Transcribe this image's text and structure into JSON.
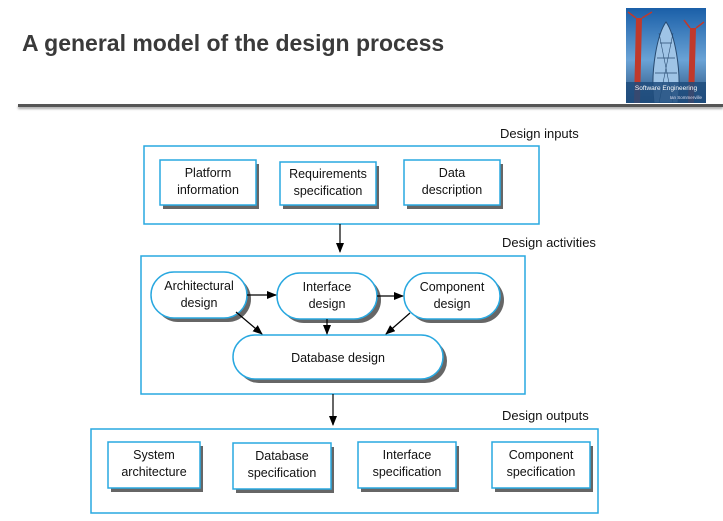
{
  "title": "A general model of the design process",
  "book": {
    "caption": "Software Engineering",
    "author": "Ian Sommerville"
  },
  "sections": {
    "inputs": "Design inputs",
    "activities": "Design activities",
    "outputs": "Design outputs"
  },
  "inputs": [
    {
      "line1": "Platform",
      "line2": "information"
    },
    {
      "line1": "Requirements",
      "line2": "specification"
    },
    {
      "line1": "Data",
      "line2": "description"
    }
  ],
  "activities": [
    {
      "line1": "Architectural",
      "line2": "design"
    },
    {
      "line1": "Interface",
      "line2": "design"
    },
    {
      "line1": "Component",
      "line2": "design"
    },
    {
      "line1": "Database design"
    }
  ],
  "outputs": [
    {
      "line1": "System",
      "line2": "architecture"
    },
    {
      "line1": "Database",
      "line2": "specification"
    },
    {
      "line1": "Interface",
      "line2": "specification"
    },
    {
      "line1": "Component",
      "line2": "specification"
    }
  ],
  "colors": {
    "box_border": "#29a8e0",
    "text": "#111111",
    "arrow": "#000000"
  }
}
